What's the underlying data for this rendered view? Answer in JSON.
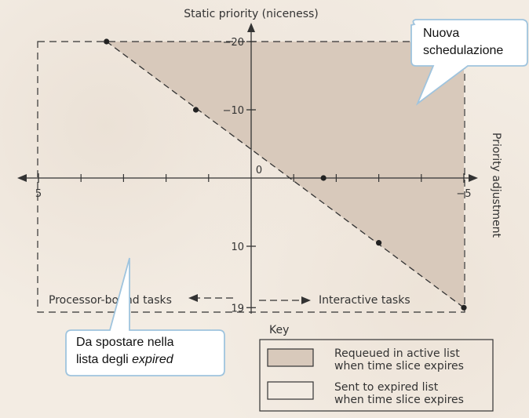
{
  "diagram": {
    "vertical_axis_label": "Static priority (niceness)",
    "horizontal_axis_label": "Priority adjustment",
    "y_ticks": [
      {
        "value": -20,
        "label": "−20"
      },
      {
        "value": -10,
        "label": "−10"
      },
      {
        "value": 0,
        "label": "0"
      },
      {
        "value": 10,
        "label": "10"
      },
      {
        "value": 19,
        "label": "19"
      }
    ],
    "x_ticks": [
      {
        "value": 5,
        "label": "5"
      },
      {
        "value": -5,
        "label": "−5"
      }
    ],
    "boundary_points": [
      {
        "adjustment": 3.4,
        "niceness": -20
      },
      {
        "adjustment": 1.3,
        "niceness": -10
      },
      {
        "adjustment": -1.7,
        "niceness": 0
      },
      {
        "adjustment": -3,
        "niceness": 9.5
      },
      {
        "adjustment": -5,
        "niceness": 19
      }
    ],
    "processor_bound_label": "Processor-bound tasks",
    "interactive_label": "Interactive tasks",
    "key_title": "Key",
    "key_items": [
      {
        "line1": "Requeued in active list",
        "line2": "when time slice expires",
        "color": "#d8c9bb"
      },
      {
        "line1": "Sent to expired list",
        "line2": "when time slice expires",
        "color": "#f3ece3"
      }
    ],
    "region_color": "#d8c9bb"
  },
  "callouts": {
    "top": {
      "line1": "Nuova",
      "line2": "schedulazione"
    },
    "bottom": {
      "line1": "Da spostare nella",
      "line2_prefix": "lista degli ",
      "line2_em": "expired"
    }
  }
}
